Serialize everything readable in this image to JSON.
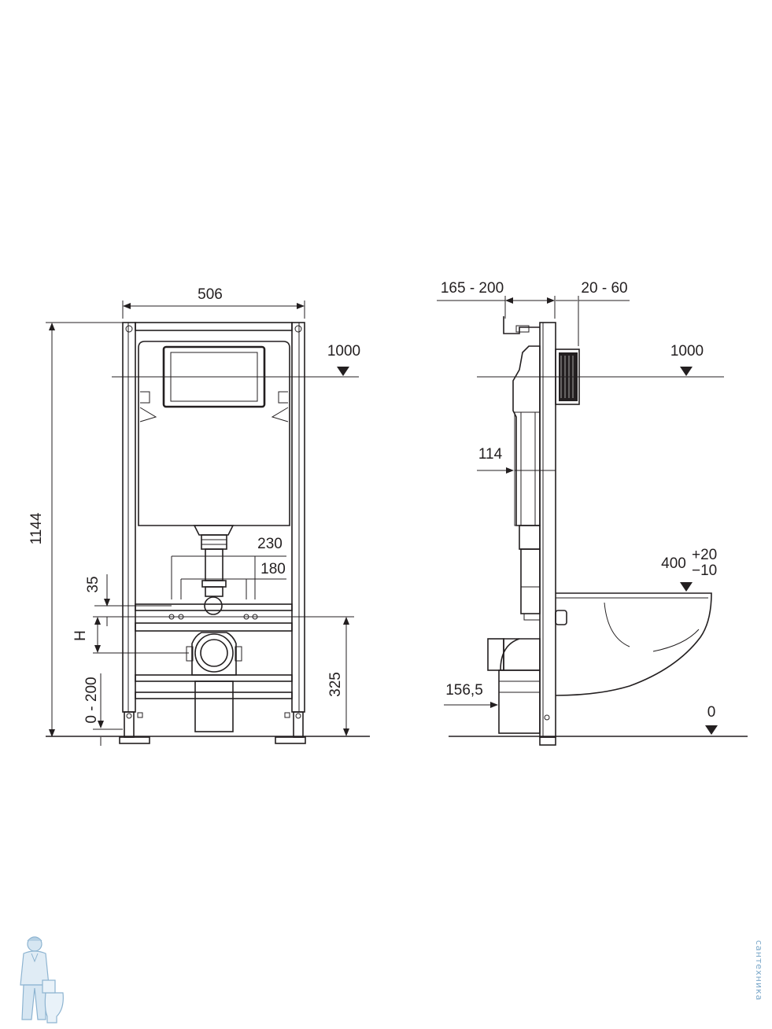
{
  "front_view": {
    "width_label": "506",
    "height_label": "1144",
    "flush_level_label": "1000",
    "pipe_spacing_outer_label": "230",
    "pipe_spacing_inner_label": "180",
    "offset_label": "35",
    "h_label": "H",
    "drain_height_label": "325",
    "leg_adjust_label": "0 - 200"
  },
  "side_view": {
    "depth_label": "165 - 200",
    "wall_thickness_label": "20 - 60",
    "flush_level_label": "1000",
    "tank_depth_label": "114",
    "bowl_height_base": "400",
    "bowl_height_plus": "+20",
    "bowl_height_minus": "−10",
    "drain_label": "156,5",
    "floor_label": "0"
  },
  "watermark": {
    "side_text": "сантехника"
  },
  "colors": {
    "line": "#231f20",
    "watermark": "#7aa7c9"
  }
}
